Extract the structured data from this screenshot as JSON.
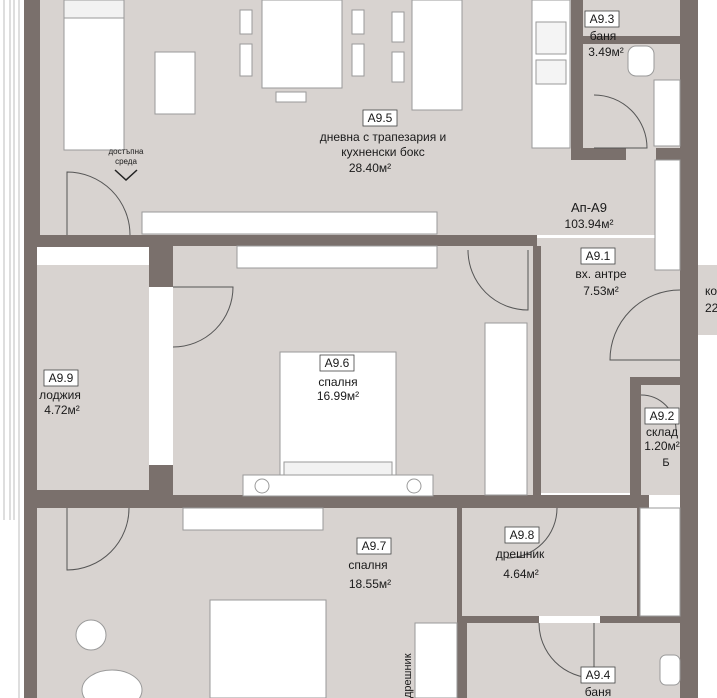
{
  "apartment": {
    "code": "Ап-А9",
    "area": "103.94м²"
  },
  "rooms": {
    "a95": {
      "code": "А9.5",
      "name1": "дневна с трапезария и",
      "name2": "кухненски бокс",
      "area": "28.40м²"
    },
    "a93": {
      "code": "А9.3",
      "name": "баня",
      "area": "3.49м²"
    },
    "a91": {
      "code": "А9.1",
      "name": "вх. антре",
      "area": "7.53м²"
    },
    "a96": {
      "code": "А9.6",
      "name": "спалня",
      "area": "16.99м²"
    },
    "a99": {
      "code": "А9.9",
      "name": "лоджия",
      "area": "4.72м²"
    },
    "a92": {
      "code": "А9.2",
      "name": "склад",
      "area": "1.20м²"
    },
    "a97": {
      "code": "А9.7",
      "name": "спалня",
      "area": "18.55м²"
    },
    "a98": {
      "code": "А9.8",
      "name": "дрешник",
      "area": "4.64м²"
    },
    "a94": {
      "code": "А9.4",
      "name": "баня"
    }
  },
  "partial_labels": {
    "corridor_letters": "ко",
    "corridor_area": "22",
    "wardrobe_vertical": "дрешник",
    "storage_letter": "Б"
  },
  "accessibility_note": {
    "line1": "достъпна",
    "line2": "среда"
  },
  "colors": {
    "wall": "#7a706c",
    "floor": "#d8d3d0",
    "furniture": "#ffffff",
    "line": "#555555"
  }
}
